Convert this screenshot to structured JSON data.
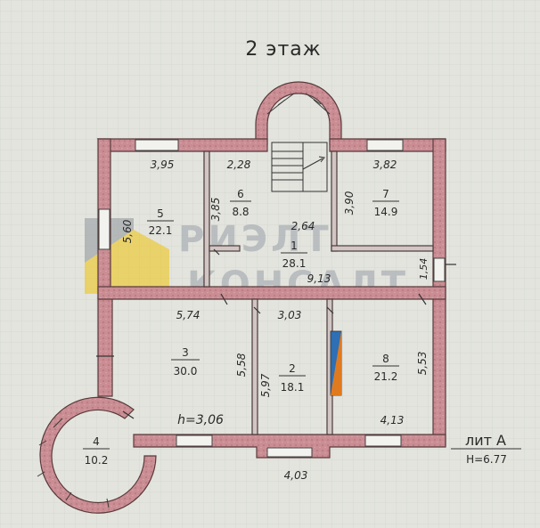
{
  "title": "2 этаж",
  "watermark": {
    "line1": "РИЭЛТ",
    "line2": "КОНСАЛТ"
  },
  "rooms": [
    {
      "number": "1",
      "area": "28.1"
    },
    {
      "number": "2",
      "area": "18.1"
    },
    {
      "number": "3",
      "area": "30.0"
    },
    {
      "number": "4",
      "area": "10.2"
    },
    {
      "number": "5",
      "area": "22.1"
    },
    {
      "number": "6",
      "area": "8.8"
    },
    {
      "number": "7",
      "area": "14.9"
    },
    {
      "number": "8",
      "area": "21.2"
    }
  ],
  "dimensions": {
    "d395": "3,95",
    "d228": "2,28",
    "d382": "3,82",
    "d560": "5,60",
    "d385": "3,85",
    "d390": "3,90",
    "d264": "2,64",
    "d913": "9,13",
    "d154": "1,54",
    "d574": "5,74",
    "d303": "3,03",
    "d558": "5,58",
    "d597": "5,97",
    "d553": "5,53",
    "d413": "4,13",
    "d403": "4,03"
  },
  "ceiling_height": "h=3,06",
  "lit": {
    "label": "лит А",
    "height": "H=6.77"
  },
  "colors": {
    "wall": "#c98d93",
    "wall_stroke": "#5a3a3c",
    "paper": "#e3e4de",
    "grid": "#d4d6cf",
    "watermark": "#f1c40f",
    "watermark_dark": "#9aa0a8",
    "door_blue": "#2e6fb5",
    "door_orange": "#e07a1f"
  }
}
